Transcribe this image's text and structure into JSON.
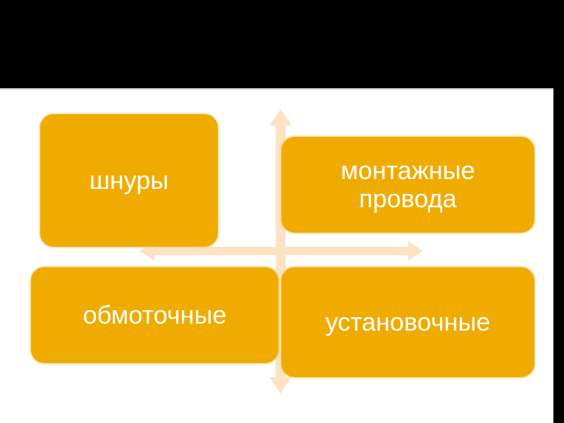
{
  "colors": {
    "title_bar": "#000000",
    "box_fill": "#f0ab00",
    "box_border": "#fbe3b0",
    "arrow": "#fde3c4",
    "text": "#ffffff"
  },
  "diagram": {
    "boxes": [
      {
        "label": "шнуры"
      },
      {
        "label": "монтажные\nпровода"
      },
      {
        "label": "обмоточные"
      },
      {
        "label": "установочные"
      }
    ]
  }
}
